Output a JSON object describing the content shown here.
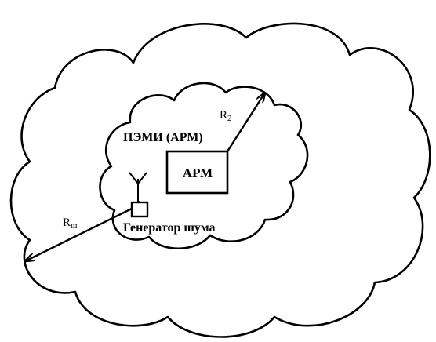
{
  "labels": {
    "arm_box": "АРМ",
    "pemi": "ПЭМИ (АРМ)",
    "r2_main": "R",
    "r2_sub": "2",
    "rsh_main": "R",
    "rsh_sub": "ш",
    "generator": "Генератор шума"
  },
  "colors": {
    "stroke": "#000000",
    "background": "#ffffff"
  },
  "icons": {
    "antenna": "antenna-icon",
    "arrowhead": "arrowhead-icon"
  }
}
